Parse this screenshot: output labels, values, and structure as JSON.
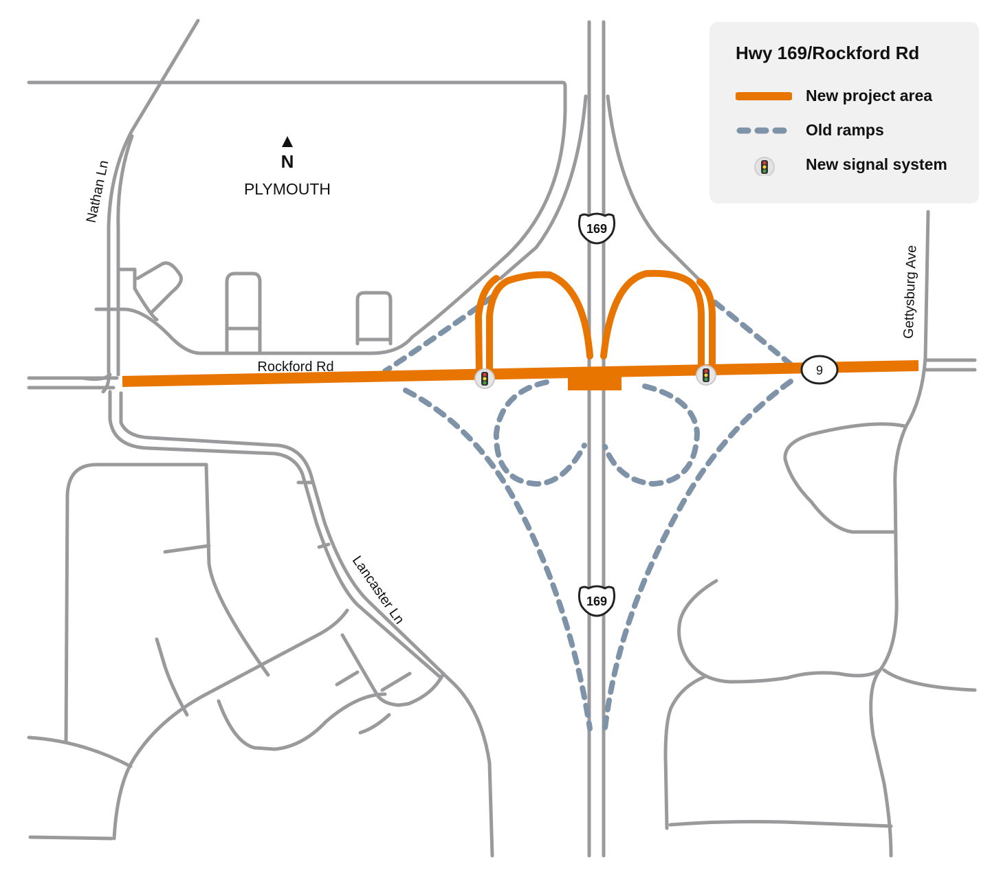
{
  "legend": {
    "title": "Hwy 169/Rockford Rd",
    "items": [
      {
        "label": "New project area",
        "symbol": "orange-solid-line",
        "color": "#e87500"
      },
      {
        "label": "Old ramps",
        "symbol": "blue-gray-dashed-line",
        "color": "#7f93a8"
      },
      {
        "label": "New signal system",
        "symbol": "traffic-signal-icon"
      }
    ]
  },
  "map": {
    "north_label": "N",
    "city_label": "PLYMOUTH",
    "roads": {
      "rockford_rd": "Rockford Rd",
      "nathan_ln": "Nathan Ln",
      "lancaster_ln": "Lancaster Ln",
      "gettysburg_ave": "Gettysburg Ave"
    },
    "shields": {
      "hwy_north": "169",
      "hwy_south": "169",
      "county_road": "9"
    }
  },
  "colors": {
    "road": "#9a9a9c",
    "project": "#e87500",
    "old_ramps": "#7f93a8",
    "legend_bg": "#f0f1f0"
  }
}
